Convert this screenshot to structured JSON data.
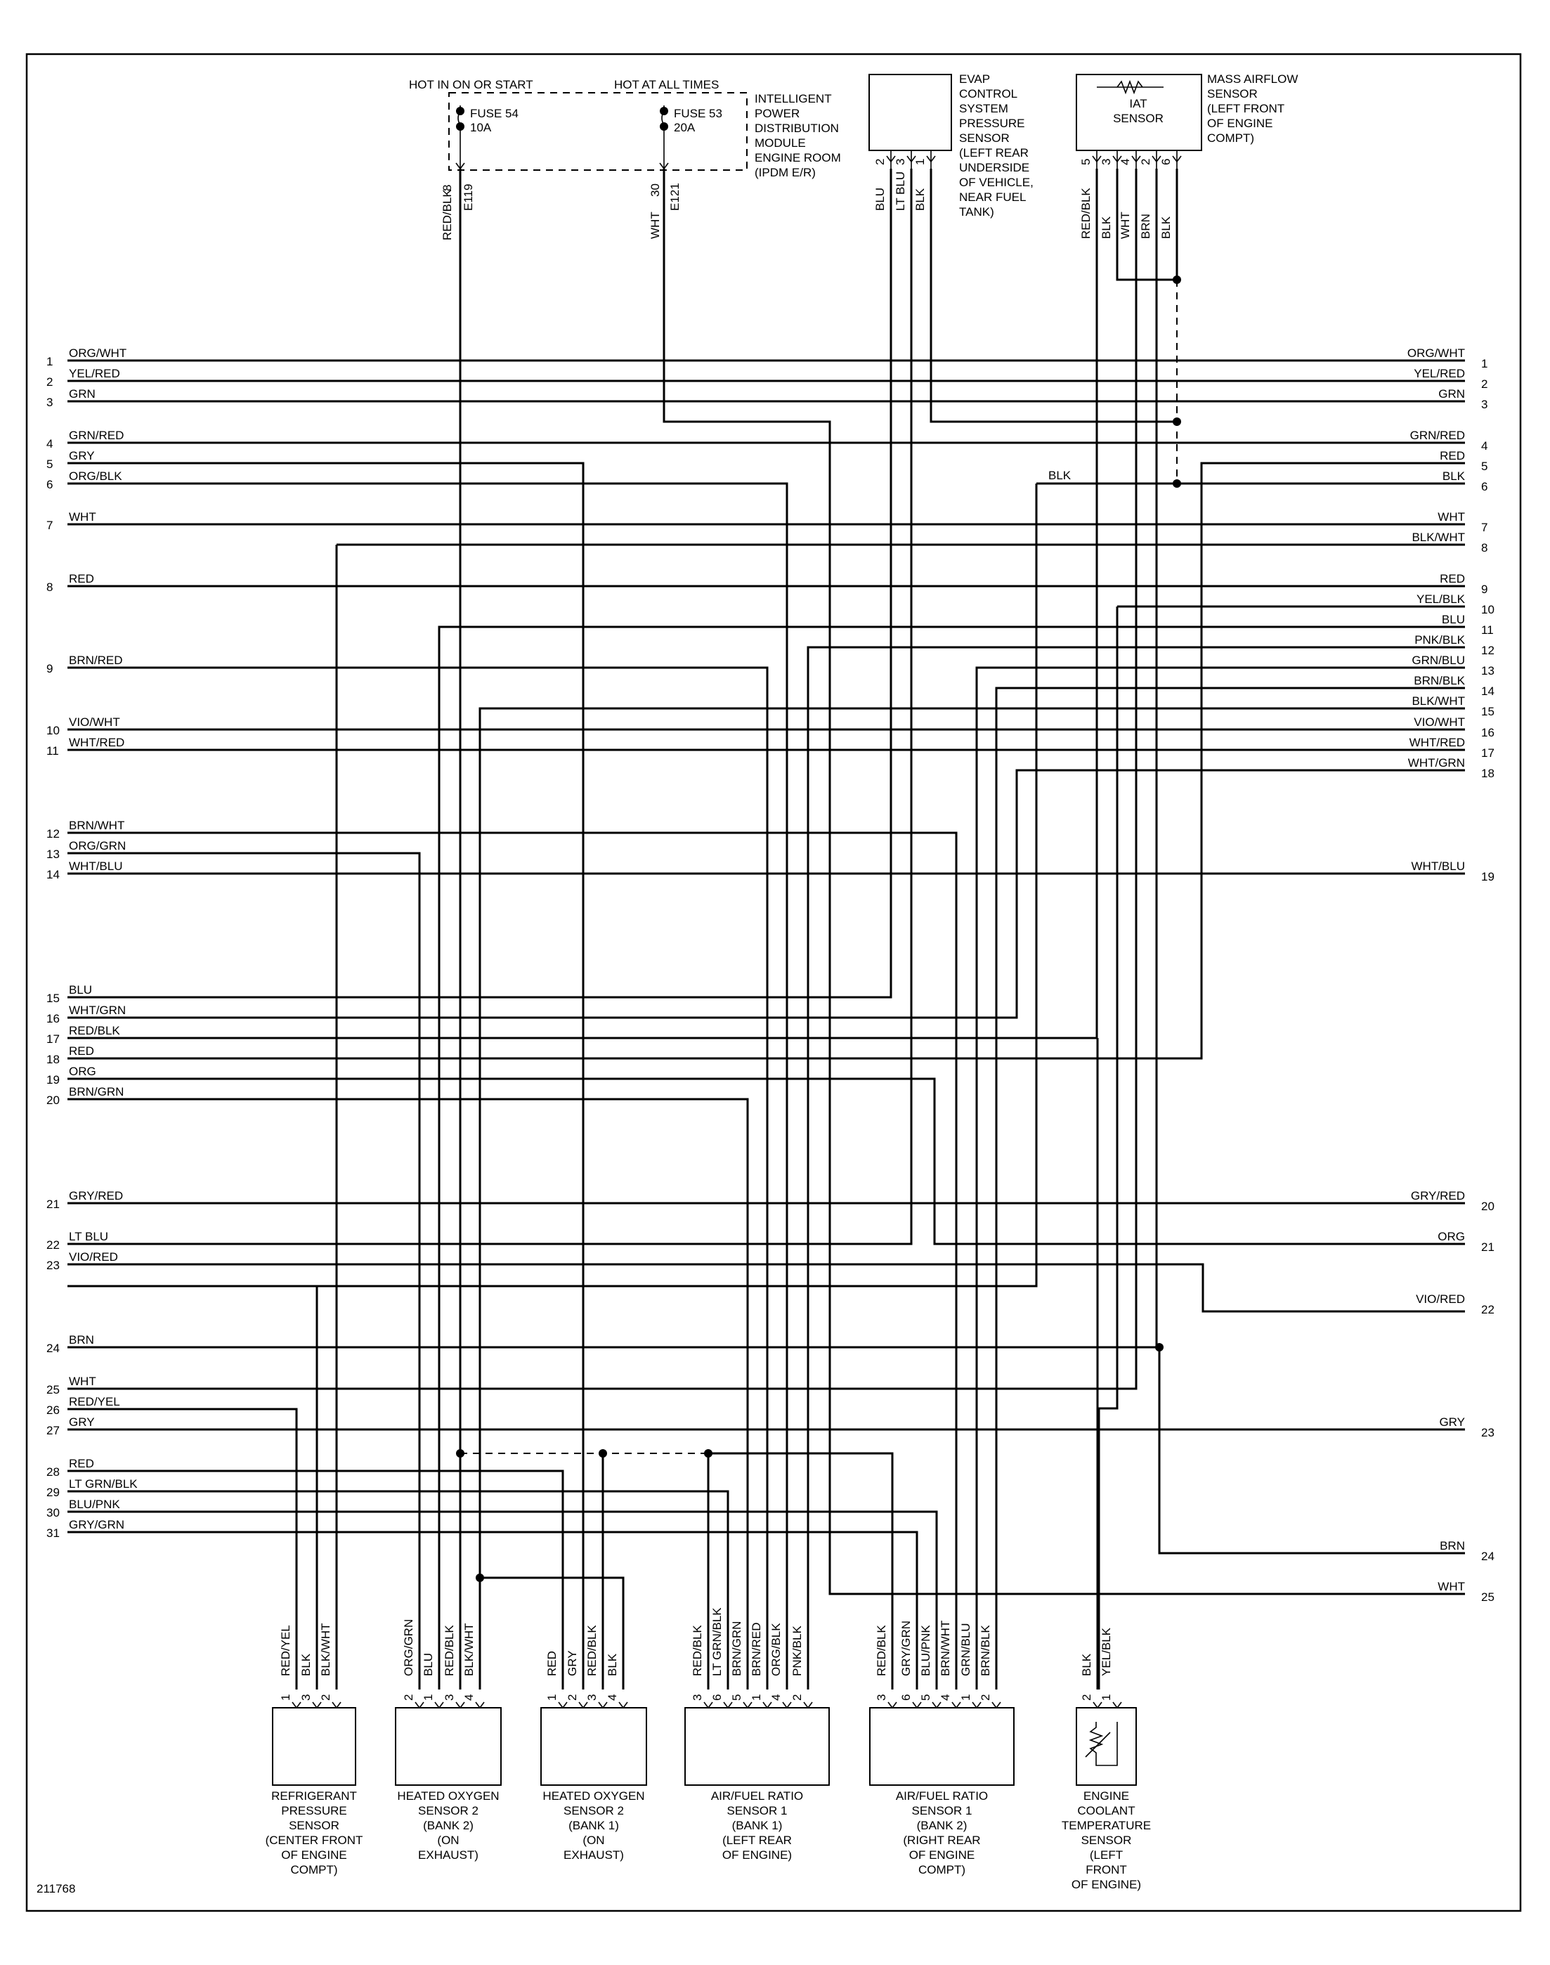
{
  "figure_id": "211768",
  "top_labels": {
    "hot_run": "HOT IN ON OR START",
    "hot_always": "HOT AT ALL TIMES"
  },
  "ipdm": {
    "lines": [
      "INTELLIGENT",
      "POWER",
      "DISTRIBUTION",
      "MODULE",
      "ENGINE ROOM",
      "(IPDM E/R)"
    ],
    "fuse54": [
      "FUSE 54",
      "10A"
    ],
    "fuse53": [
      "FUSE 53",
      "20A"
    ],
    "pin_a": {
      "wire": "RED/BLK",
      "pin": "8",
      "conn": "E119"
    },
    "pin_b": {
      "wire": "WHT",
      "pin": "30",
      "conn": "E121"
    }
  },
  "evap": {
    "lines": [
      "EVAP",
      "CONTROL",
      "SYSTEM",
      "PRESSURE",
      "SENSOR",
      "(LEFT REAR",
      "UNDERSIDE",
      "OF VEHICLE,",
      "NEAR FUEL",
      "TANK)"
    ],
    "pins": [
      {
        "wire": "BLU",
        "pin": "2"
      },
      {
        "wire": "LT BLU",
        "pin": "3"
      },
      {
        "wire": "BLK",
        "pin": "1"
      }
    ]
  },
  "maf": {
    "lines": [
      "MASS AIRFLOW",
      "SENSOR",
      "(LEFT FRONT",
      "OF ENGINE",
      "COMPT)"
    ],
    "iat": [
      "IAT",
      "SENSOR"
    ],
    "pins": [
      {
        "wire": "RED/BLK",
        "pin": "5"
      },
      {
        "wire": "BLK",
        "pin": "3"
      },
      {
        "wire": "WHT",
        "pin": "4"
      },
      {
        "wire": "BRN",
        "pin": "2"
      },
      {
        "wire": "BLK",
        "pin": "6"
      }
    ]
  },
  "left_terminals": [
    {
      "num": "1",
      "wire": "ORG/WHT"
    },
    {
      "num": "2",
      "wire": "YEL/RED"
    },
    {
      "num": "3",
      "wire": "GRN"
    },
    {
      "num": "4",
      "wire": "GRN/RED"
    },
    {
      "num": "5",
      "wire": "GRY"
    },
    {
      "num": "6",
      "wire": "ORG/BLK"
    },
    {
      "num": "7",
      "wire": "WHT"
    },
    {
      "num": "8",
      "wire": "RED"
    },
    {
      "num": "9",
      "wire": "BRN/RED"
    },
    {
      "num": "10",
      "wire": "VIO/WHT"
    },
    {
      "num": "11",
      "wire": "WHT/RED"
    },
    {
      "num": "12",
      "wire": "BRN/WHT"
    },
    {
      "num": "13",
      "wire": "ORG/GRN"
    },
    {
      "num": "14",
      "wire": "WHT/BLU"
    },
    {
      "num": "15",
      "wire": "BLU"
    },
    {
      "num": "16",
      "wire": "WHT/GRN"
    },
    {
      "num": "17",
      "wire": "RED/BLK"
    },
    {
      "num": "18",
      "wire": "RED"
    },
    {
      "num": "19",
      "wire": "ORG"
    },
    {
      "num": "20",
      "wire": "BRN/GRN"
    },
    {
      "num": "21",
      "wire": "GRY/RED"
    },
    {
      "num": "22",
      "wire": "LT BLU"
    },
    {
      "num": "23",
      "wire": "VIO/RED"
    },
    {
      "num": "24",
      "wire": "BRN"
    },
    {
      "num": "25",
      "wire": "WHT"
    },
    {
      "num": "26",
      "wire": "RED/YEL"
    },
    {
      "num": "27",
      "wire": "GRY"
    },
    {
      "num": "28",
      "wire": "RED"
    },
    {
      "num": "29",
      "wire": "LT GRN/BLK"
    },
    {
      "num": "30",
      "wire": "BLU/PNK"
    },
    {
      "num": "31",
      "wire": "GRY/GRN"
    }
  ],
  "right_terminals": [
    {
      "num": "1",
      "wire": "ORG/WHT"
    },
    {
      "num": "2",
      "wire": "YEL/RED"
    },
    {
      "num": "3",
      "wire": "GRN"
    },
    {
      "num": "4",
      "wire": "GRN/RED"
    },
    {
      "num": "5",
      "wire": "RED"
    },
    {
      "num": "6",
      "wire": "BLK"
    },
    {
      "num": "7",
      "wire": "WHT"
    },
    {
      "num": "8",
      "wire": "BLK/WHT"
    },
    {
      "num": "9",
      "wire": "RED"
    },
    {
      "num": "10",
      "wire": "YEL/BLK"
    },
    {
      "num": "11",
      "wire": "BLU"
    },
    {
      "num": "12",
      "wire": "PNK/BLK"
    },
    {
      "num": "13",
      "wire": "GRN/BLU"
    },
    {
      "num": "14",
      "wire": "BRN/BLK"
    },
    {
      "num": "15",
      "wire": "BLK/WHT"
    },
    {
      "num": "16",
      "wire": "VIO/WHT"
    },
    {
      "num": "17",
      "wire": "WHT/RED"
    },
    {
      "num": "18",
      "wire": "WHT/GRN"
    },
    {
      "num": "19",
      "wire": "WHT/BLU"
    },
    {
      "num": "20",
      "wire": "GRY/RED"
    },
    {
      "num": "21",
      "wire": "ORG"
    },
    {
      "num": "22",
      "wire": "VIO/RED"
    },
    {
      "num": "23",
      "wire": "GRY"
    },
    {
      "num": "24",
      "wire": "BRN"
    },
    {
      "num": "25",
      "wire": "WHT"
    }
  ],
  "mid_blk_label": "BLK",
  "bottom_components": [
    {
      "id": "refrig",
      "lines": [
        "REFRIGERANT",
        "PRESSURE",
        "SENSOR",
        "(CENTER FRONT",
        "OF ENGINE",
        "COMPT)"
      ],
      "pins": [
        {
          "wire": "RED/YEL",
          "pin": "1"
        },
        {
          "wire": "BLK",
          "pin": "3"
        },
        {
          "wire": "BLK/WHT",
          "pin": "2"
        }
      ]
    },
    {
      "id": "ho2s-b2",
      "lines": [
        "HEATED OXYGEN",
        "SENSOR 2",
        "(BANK 2)",
        "(ON",
        "EXHAUST)"
      ],
      "pins": [
        {
          "wire": "ORG/GRN",
          "pin": "2"
        },
        {
          "wire": "BLU",
          "pin": "1"
        },
        {
          "wire": "RED/BLK",
          "pin": "3"
        },
        {
          "wire": "BLK/WHT",
          "pin": "4"
        }
      ]
    },
    {
      "id": "ho2s-b1",
      "lines": [
        "HEATED OXYGEN",
        "SENSOR 2",
        "(BANK 1)",
        "(ON",
        "EXHAUST)"
      ],
      "pins": [
        {
          "wire": "RED",
          "pin": "1"
        },
        {
          "wire": "GRY",
          "pin": "2"
        },
        {
          "wire": "RED/BLK",
          "pin": "3"
        },
        {
          "wire": "BLK",
          "pin": "4"
        }
      ]
    },
    {
      "id": "afr-b1",
      "lines": [
        "AIR/FUEL RATIO",
        "SENSOR 1",
        "(BANK 1)",
        "(LEFT REAR",
        "OF ENGINE)"
      ],
      "pins": [
        {
          "wire": "RED/BLK",
          "pin": "3"
        },
        {
          "wire": "LT GRN/BLK",
          "pin": "6"
        },
        {
          "wire": "BRN/GRN",
          "pin": "5"
        },
        {
          "wire": "BRN/RED",
          "pin": "1"
        },
        {
          "wire": "ORG/BLK",
          "pin": "4"
        },
        {
          "wire": "PNK/BLK",
          "pin": "2"
        }
      ]
    },
    {
      "id": "afr-b2",
      "lines": [
        "AIR/FUEL RATIO",
        "SENSOR 1",
        "(BANK 2)",
        "(RIGHT REAR",
        "OF ENGINE",
        "COMPT)"
      ],
      "pins": [
        {
          "wire": "RED/BLK",
          "pin": "3"
        },
        {
          "wire": "GRY/GRN",
          "pin": "6"
        },
        {
          "wire": "BLU/PNK",
          "pin": "5"
        },
        {
          "wire": "BRN/WHT",
          "pin": "4"
        },
        {
          "wire": "GRN/BLU",
          "pin": "1"
        },
        {
          "wire": "BRN/BLK",
          "pin": "2"
        }
      ]
    },
    {
      "id": "ect",
      "lines": [
        "ENGINE",
        "COOLANT",
        "TEMPERATURE",
        "SENSOR",
        "(LEFT",
        "FRONT",
        "OF ENGINE)"
      ],
      "pins": [
        {
          "wire": "BLK",
          "pin": "2"
        },
        {
          "wire": "YEL/BLK",
          "pin": "1"
        }
      ]
    }
  ]
}
